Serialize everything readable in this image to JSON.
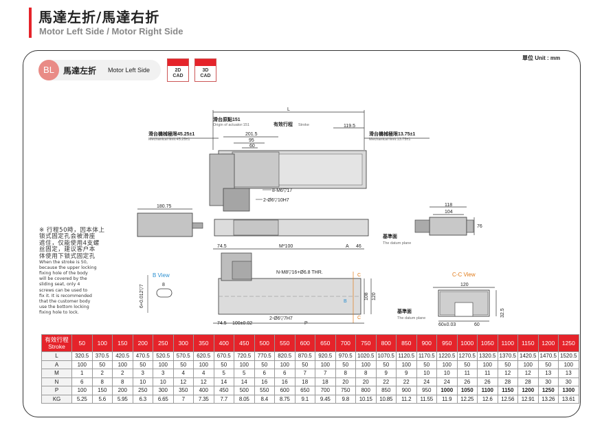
{
  "header": {
    "title_zh": "馬達左折/馬達右折",
    "title_en": "Motor Left Side / Motor Right Side"
  },
  "panel": {
    "unit_label": "單位 Unit : mm",
    "badge": "BL",
    "section_zh": "馬達左折",
    "section_en": "Motor Left Side",
    "cad_2d": [
      "2D",
      "CAD"
    ],
    "cad_3d": [
      "3D",
      "CAD"
    ]
  },
  "drawing": {
    "dims": {
      "L": "L",
      "origin_zh": "滑台原點151",
      "origin_en": "Origin of actuator:151",
      "stroke_zh": "有效行程",
      "stroke_en": "Stroke",
      "d119_5": "119.5",
      "mech_left_zh": "滑台機械極限45.25±1",
      "mech_left_en": "Mechanical limit:45.25±1",
      "mech_right_zh": "滑台機械極限13.75±1",
      "mech_right_en": "Mechanical limit:13.75±1",
      "d201_5": "201.5",
      "d95": "95",
      "d60": "60",
      "m6": "8-M6▽17",
      "pin": "2-Ø6▽10H7",
      "d180_75": "180.75",
      "d118": "118",
      "d104": "104",
      "d76": "76",
      "datum_zh": "基準面",
      "datum_en": "The datum plane",
      "d74_5": "74.5",
      "m100": "M*100",
      "A": "A",
      "d46": "46",
      "n_m8": "N-M8▽16+Ø6.8 THR.",
      "C": "C",
      "B": "B",
      "d108": "108",
      "d120": "120",
      "pin2": "2-Ø6▽7H7",
      "d74_5b": "74.5",
      "d100": "100±0.02",
      "P": "P",
      "b_tol": "6+0.012▽7",
      "b8": "8",
      "d120c": "120",
      "d60tol": "60±0.03",
      "d60c": "60",
      "d32_5": "32.5"
    },
    "b_view": "B View",
    "cc_view": "C-C View",
    "note_zh": [
      "※ 行程50時，因本体上",
      "锁式固定孔会被滑座",
      "遮住，仅能使用4支螺",
      "丝固定，建议客户本",
      "体使用下锁式固定孔"
    ],
    "note_en": [
      "When the stroke is 50,",
      "because the upper locking",
      "fixing hole of the body",
      "will be covered by the",
      "sliding seat, only 4",
      "screws can be used to",
      "fix it. It is recommended",
      "that the customer body",
      "use the bottom locking",
      "fixing hole to lock."
    ]
  },
  "table": {
    "header_label": [
      "有效行程",
      "Stroke"
    ],
    "strokes": [
      "50",
      "100",
      "150",
      "200",
      "250",
      "300",
      "350",
      "400",
      "450",
      "500",
      "550",
      "600",
      "650",
      "700",
      "750",
      "800",
      "850",
      "900",
      "950",
      "1000",
      "1050",
      "1100",
      "1150",
      "1200",
      "1250"
    ],
    "rows": [
      {
        "label": "L",
        "values": [
          "320.5",
          "370.5",
          "420.5",
          "470.5",
          "520.5",
          "570.5",
          "620.5",
          "670.5",
          "720.5",
          "770.5",
          "820.5",
          "870.5",
          "920.5",
          "970.5",
          "1020.5",
          "1070.5",
          "1120.5",
          "1170.5",
          "1220.5",
          "1270.5",
          "1320.5",
          "1370.5",
          "1420.5",
          "1470.5",
          "1520.5"
        ]
      },
      {
        "label": "A",
        "values": [
          "100",
          "50",
          "100",
          "50",
          "100",
          "50",
          "100",
          "50",
          "100",
          "50",
          "100",
          "50",
          "100",
          "50",
          "100",
          "50",
          "100",
          "50",
          "100",
          "50",
          "100",
          "50",
          "100",
          "50",
          "100"
        ]
      },
      {
        "label": "M",
        "values": [
          "1",
          "2",
          "2",
          "3",
          "3",
          "4",
          "4",
          "5",
          "5",
          "6",
          "6",
          "7",
          "7",
          "8",
          "8",
          "9",
          "9",
          "10",
          "10",
          "11",
          "11",
          "12",
          "12",
          "13",
          "13"
        ]
      },
      {
        "label": "N",
        "values": [
          "6",
          "8",
          "8",
          "10",
          "10",
          "12",
          "12",
          "14",
          "14",
          "16",
          "16",
          "18",
          "18",
          "20",
          "20",
          "22",
          "22",
          "24",
          "24",
          "26",
          "26",
          "28",
          "28",
          "30",
          "30"
        ]
      },
      {
        "label": "P",
        "values": [
          "100",
          "150",
          "200",
          "250",
          "300",
          "350",
          "400",
          "450",
          "500",
          "550",
          "600",
          "650",
          "700",
          "750",
          "800",
          "850",
          "900",
          "950",
          "1000",
          "1050",
          "1100",
          "1150",
          "1200",
          "1250",
          "1300"
        ]
      },
      {
        "label": "KG",
        "values": [
          "5.25",
          "5.6",
          "5.95",
          "6.3",
          "6.65",
          "7",
          "7.35",
          "7.7",
          "8.05",
          "8.4",
          "8.75",
          "9.1",
          "9.45",
          "9.8",
          "10.15",
          "10.85",
          "11.2",
          "11.55",
          "11.9",
          "12.25",
          "12.6",
          "12.56",
          "12.91",
          "13.26",
          "13.61"
        ]
      }
    ]
  }
}
